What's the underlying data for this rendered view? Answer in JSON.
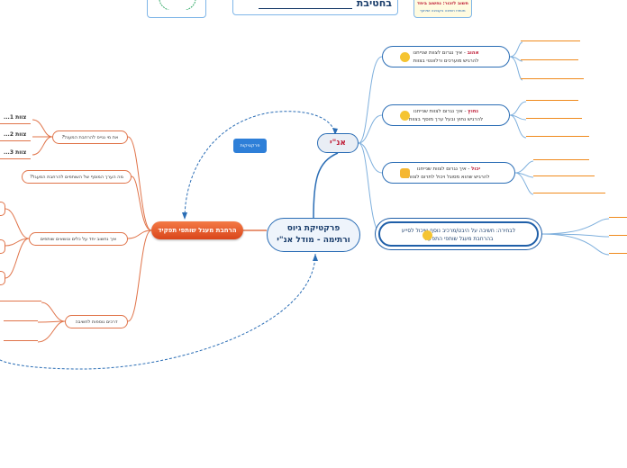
{
  "top": {
    "right_card_line1": "חשוב לזכור: נחשוב ביחד",
    "right_card_line2": "מטפח חשיבה בקבוצה ושיתוף",
    "middle_card_text": "בחטיבת"
  },
  "central": {
    "line1": "פרקטיקת גיוס",
    "line2": "ורתימה - מודל אנ\"י"
  },
  "ani_node": "אנ\"י",
  "tag_label": "פרקטיקות",
  "right_nodes": [
    {
      "highlight": "אהוב",
      "text1": " - איך נגרום לצוות שנייחנו",
      "text2": "להרגיש מוערכים ורלוונטי בצוות"
    },
    {
      "highlight": "נחוץ",
      "text1": " - איך נגרום לצוות שנייחנו",
      "text2": "להרגיש נחוץ ובעל ערך מוסף בצוות"
    },
    {
      "highlight": "יכול",
      "text1": " - איך נגרום לצוות שנייחנו",
      "text2": "להרגיש שהוא מסוגל ויכול לתרום לצוות"
    }
  ],
  "cloud": {
    "line1": "לבחירה: חשיבה על היבט/מרכיב נוסף שיכול לסייע",
    "line2": "בהרחבת מעגל שותפי התפקיד"
  },
  "left_main": "הרחבת מעגל שותפי תפקיד",
  "left_nodes": {
    "q1": "את מי נגייס להרחבת המעגל?",
    "q2": "מה הערך המוסף של השותפים להרחבת המעגל?",
    "q3": "איך נחשוב יחד על כלים ונושאים שותפים",
    "q4": "דרכים נוספות לחשיבה"
  },
  "leaves": {
    "a": "צוות 1...",
    "b": "צוות 2...",
    "c": "צוות 3..."
  },
  "colors": {
    "blue": "#2a6db5",
    "orange": "#e0744a",
    "red": "#c0213a"
  }
}
